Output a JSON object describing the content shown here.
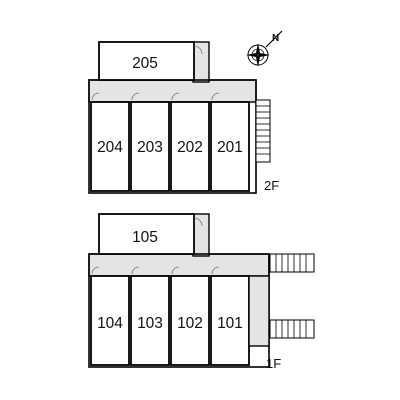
{
  "floor_2": {
    "floor_label": "2F",
    "rooms": [
      "205",
      "204",
      "203",
      "202",
      "201"
    ]
  },
  "floor_1": {
    "floor_label": "1F",
    "rooms": [
      "105",
      "104",
      "103",
      "102",
      "101"
    ]
  },
  "compass": {
    "label": "N",
    "icon": "compass-rose-icon"
  }
}
